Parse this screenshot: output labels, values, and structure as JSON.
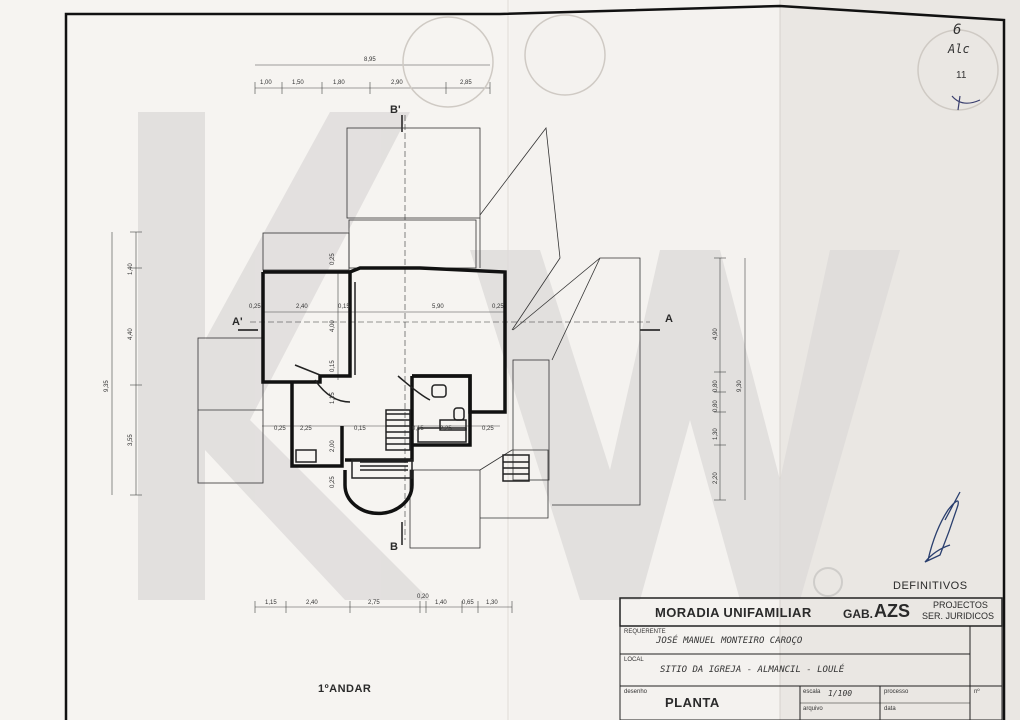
{
  "section_marks": {
    "a_left": "A'",
    "a_right": "A",
    "b_top": "B'",
    "b_bottom": "B"
  },
  "dims": {
    "top_total": "8,95",
    "top_row": [
      "1,00",
      "1,50",
      "1,80",
      "2,90",
      "2,85"
    ],
    "bottom_row": [
      "1,15",
      "2,40",
      "2,75",
      "0,20",
      "1,40",
      "0,65",
      "1,30"
    ],
    "left_outer": "9,35",
    "left_inner": [
      "1,40",
      "4,40",
      "3,55"
    ],
    "right_outer": "9,30",
    "right_inner": [
      "4,90",
      "0,80",
      "0,80",
      "1,30",
      "2,20"
    ],
    "upper_row": [
      "0,25",
      "2,40",
      "0,15",
      "5,90",
      "0,25"
    ],
    "mid_row": [
      "0,25",
      "2,25",
      "0,15",
      "0,15",
      "2,25",
      "0,25"
    ],
    "misc": [
      "0,25",
      "4,00",
      "0,15",
      "1,15",
      "2,00",
      "0,25"
    ]
  },
  "floor_label": "1ºANDAR",
  "corner_marks": {
    "num": "6",
    "initials": "Alc",
    "sheet": "11"
  },
  "stamp_text": "DEFINITIVOS",
  "watermark": "KW",
  "title_block": {
    "project": "MORADIA UNIFAMILIAR",
    "office_prefix": "GAB.",
    "office": "AZS",
    "office_sub1": "PROJECTOS",
    "office_sub2": "SER. JURIDICOS",
    "req_label": "REQUERENTE",
    "req_value": "JOSÉ MANUEL MONTEIRO CAROÇO",
    "local_label": "LOCAL",
    "local_value": "SITIO DA IGREJA - ALMANCIL - LOULÉ",
    "desenho_label": "desenho",
    "desenho_value": "PLANTA",
    "escala_label": "escala",
    "escala_value": "1/100",
    "arquivo_label": "arquivo",
    "processo_label": "processo",
    "data_label": "data",
    "nr_label": "nº"
  }
}
